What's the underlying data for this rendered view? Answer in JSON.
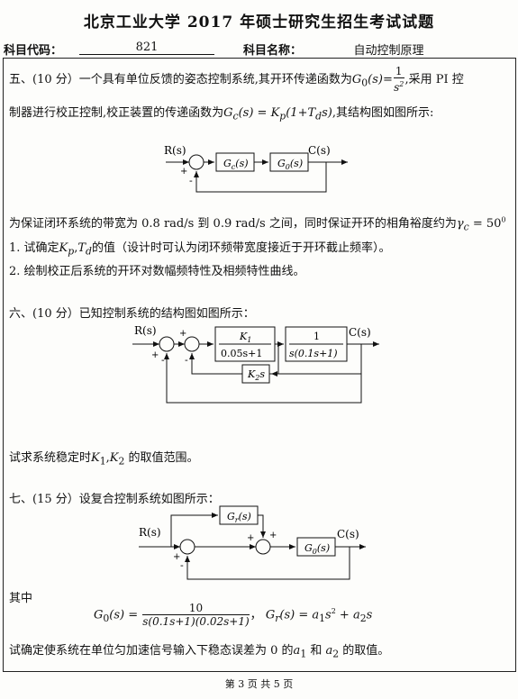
{
  "header": {
    "title": "北京工业大学 2017 年硕士研究生招生考试试题",
    "code_label": "科目代码：",
    "code_value": "821",
    "name_label": "科目名称：",
    "name_value": "自动控制原理"
  },
  "q5": {
    "line1_a": "五、(10 分）一个具有单位反馈的姿态控制系统,其开环传递函数为",
    "line1_b": "G",
    "line1_c": "0",
    "line1_d": "(s)=",
    "frac_num": "1",
    "frac_den": "s",
    "frac_exp": "2",
    "line1_e": ",采用 PI 控",
    "line2_a": "制器进行校正控制,校正装置的传递函数为",
    "line2_formula": "G",
    "line2_sub": "c",
    "line2_mid": "(s) = K",
    "line2_sub2": "p",
    "line2_mid2": "(1+T",
    "line2_sub3": "d",
    "line2_mid3": "s)",
    "line2_b": ",其结构图如图所示:",
    "req_a": "为保证闭环系统的带宽为 0.8 rad/s 到 0.9 rad/s 之间，同时保证开环的相角裕度约为",
    "req_gamma": "γ",
    "req_gsub": "c",
    "req_b": " = 50",
    "req_deg": "0",
    "item1_a": "1. 试确定",
    "item1_k": "K",
    "item1_ksub": "p",
    "item1_comma": ",",
    "item1_t": "T",
    "item1_tsub": "d",
    "item1_b": "的值（设计时可认为闭环频带宽度接近于开环截止频率）。",
    "item2": "2. 绘制校正后系统的开环对数幅频特性及相频特性曲线。",
    "diagram": {
      "in": "R(s)",
      "out": "C(s)",
      "plus": "+",
      "minus": "-",
      "b1": "G",
      "b1sub": "c",
      "b1tail": "(s)",
      "b2": "G",
      "b2sub": "0",
      "b2tail": "(s)"
    }
  },
  "q6": {
    "line": "六、(10 分）已知控制系统的结构图如图所示：",
    "ask_a": "试求系统稳定时",
    "ask_k1": "K",
    "ask_k1sub": "1",
    "ask_comma": ",",
    "ask_k2": "K",
    "ask_k2sub": "2",
    "ask_b": " 的取值范围。",
    "diagram": {
      "in": "R(s)",
      "out": "C(s)",
      "plus": "+",
      "minus": "-",
      "b1_num": "K",
      "b1_numsub": "1",
      "b1_den": "0.05s+1",
      "b2_num": "1",
      "b2_den": "s(0.1s+1)",
      "fb": "K",
      "fbsub": "2",
      "fbtail": "s"
    }
  },
  "q7": {
    "line": "七、(15 分）设复合控制系统如图所示：",
    "where": "其中",
    "g0_lhs": "G",
    "g0_sub": "0",
    "g0_mid": "(s) =",
    "g0_num": "10",
    "g0_den": "s(0.1s+1)(0.02s+1)",
    "gr_sep": "，",
    "gr_lhs": "G",
    "gr_sub": "r",
    "gr_mid": "(s) = a",
    "gr_s1": "1",
    "gr_tail1": "s",
    "gr_exp": "2",
    "gr_tail2": " + a",
    "gr_s2": "2",
    "gr_tail3": "s",
    "ask_a": "试确定使系统在单位匀加速信号输入下稳态误差为 0 的",
    "ask_a1": "a",
    "ask_a1sub": "1",
    "ask_and": " 和 ",
    "ask_a2": "a",
    "ask_a2sub": "2",
    "ask_b": " 的取值。",
    "diagram": {
      "in": "R(s)",
      "out": "C(s)",
      "plus": "+",
      "minus": "-",
      "gr": "G",
      "grsub": "r",
      "grtail": "(s)",
      "g0": "G",
      "g0sub": "0",
      "g0tail": "(s)"
    }
  },
  "footer": {
    "text": "第 3 页 共 5 页"
  }
}
